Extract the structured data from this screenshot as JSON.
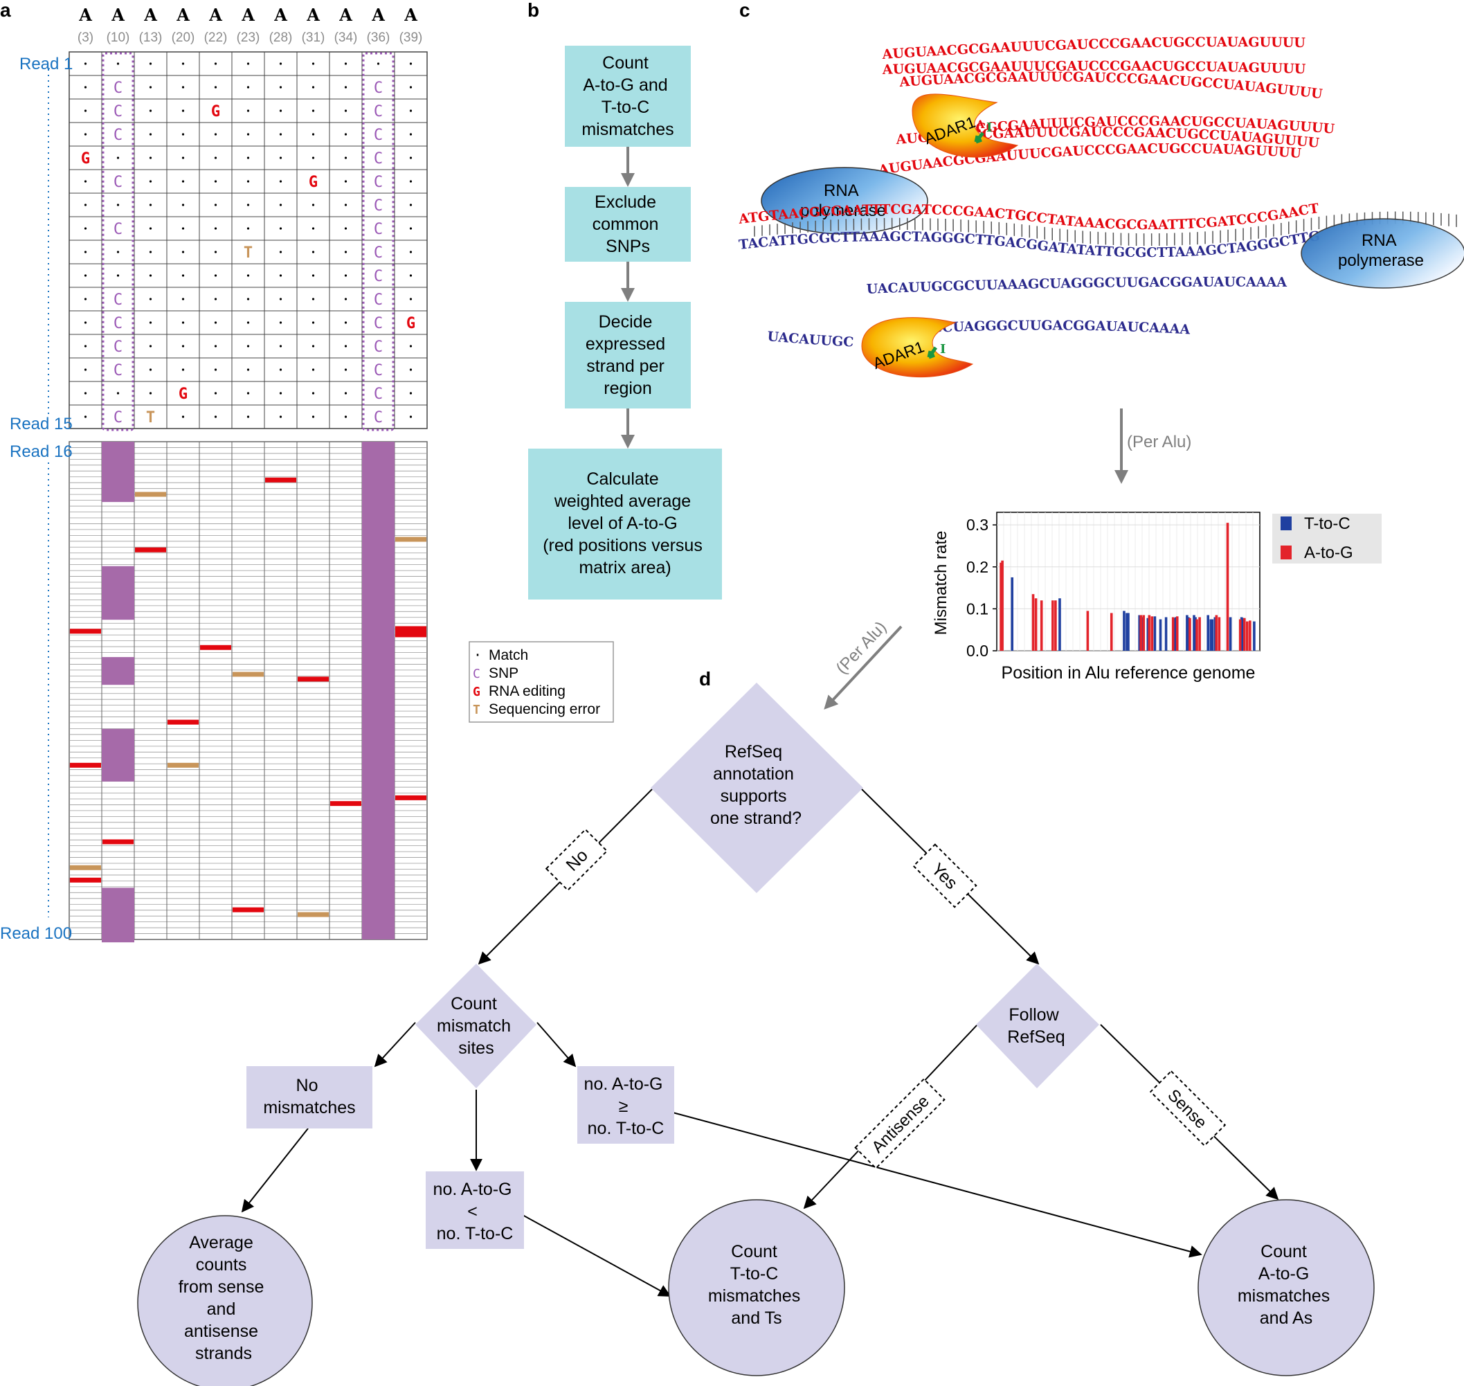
{
  "panels": {
    "a": "a",
    "b": "b",
    "c": "c",
    "d": "d"
  },
  "panel_a": {
    "header_base": "A",
    "positions": [
      "(3)",
      "(10)",
      "(13)",
      "(20)",
      "(22)",
      "(23)",
      "(28)",
      "(31)",
      "(34)",
      "(36)",
      "(39)"
    ],
    "read_first": "Read 1",
    "read_15": "Read 15",
    "read_16": "Read 16",
    "read_last": "Read 100",
    "top_rows": [
      "...........",
      ".C.......C.",
      ".C..G....C.",
      ".C.......C.",
      "G........C.",
      ".C.....G.C.",
      ".........C.",
      ".C.......C.",
      ".....T...C.",
      ".........C.",
      ".C.......C.",
      ".C.......CG",
      ".C.......C.",
      ".C.......C.",
      "...G.....C.",
      ".CT......C."
    ],
    "legend": [
      {
        "symbol": "·",
        "label": "Match",
        "color": "#000000"
      },
      {
        "symbol": "C",
        "label": "SNP",
        "color": "#9b59b6"
      },
      {
        "symbol": "G",
        "label": "RNA editing",
        "color": "#e3070f"
      },
      {
        "symbol": "T",
        "label": "Sequencing error",
        "color": "#c8955a"
      }
    ],
    "colors": {
      "snp": "#9b59b6",
      "snp_fill": "#a66aa9",
      "editing": "#e3070f",
      "error": "#c8955a",
      "read_label": "#1a73c1"
    }
  },
  "panel_b": {
    "steps": [
      [
        "Count",
        "A-to-G and",
        "T-to-C",
        "mismatches"
      ],
      [
        "Exclude",
        "common",
        "SNPs"
      ],
      [
        "Decide",
        "expressed",
        "strand per",
        "region"
      ],
      [
        "Calculate",
        "weighted average",
        "level of A-to-G",
        "(red positions versus",
        "matrix area)"
      ]
    ],
    "box_color": "#a8e0e4"
  },
  "panel_c": {
    "rna_red": "AUGUAACGCGAAUUUCGAUCCCGAACUGCCUAUAGUUUU",
    "rna_red_edited_tail": "CGCGAAUUUCGAUCCCGAACUGCCUAUAGUUUU",
    "edit_letters": [
      "A",
      "I"
    ],
    "dna_top": "ATGTAACGCGAATTTCGATCCCGAACTGCCTATAAACGCGAATTTCGATCCCGAACT",
    "dna_bottom": "TACATTGCGCTTAAAGCTAGGGCTTGACGGATATATTGCGCTTAAAGCTAGGGCTTG",
    "rna_blue": "UACAUUGCGCUUAAAGCUAGGGCUUGACGGAUAUCAAAA",
    "rna_blue_left": "UACAUUGC",
    "rna_blue_right": "GCUAGGGCUUGACGGAUAUCAAAA",
    "adar_label": "ADAR1",
    "polymerase_label": [
      "RNA",
      "polymerase"
    ],
    "per_alu_label": "(Per Alu)",
    "colors": {
      "red_strand": "#e3070f",
      "blue_strand": "#2b2a8c",
      "edit_I": "#1a9641"
    }
  },
  "chart_data": {
    "type": "bar",
    "ylabel": "Mismatch rate",
    "xlabel": "Position in Alu reference genome",
    "ylim": [
      0,
      0.33
    ],
    "yticks": [
      "0.0",
      "0.1",
      "0.2",
      "0.3"
    ],
    "grid": true,
    "legend_position": "right",
    "series": [
      {
        "name": "T-to-C",
        "color": "#2040a0",
        "x": [
          8,
          42,
          88,
          90,
          91,
          99,
          101,
          105,
          110,
          114,
          118,
          124,
          125,
          133,
          134,
          138,
          139,
          148,
          150,
          151,
          153,
          164,
          172,
          173,
          181
        ],
        "values": [
          0.175,
          0.125,
          0.095,
          0.09,
          0.09,
          0.085,
          0.08,
          0.078,
          0.082,
          0.075,
          0.08,
          0.078,
          0.08,
          0.085,
          0.08,
          0.085,
          0.08,
          0.085,
          0.075,
          0.075,
          0.08,
          0.08,
          0.08,
          0.078,
          0.07
        ]
      },
      {
        "name": "A-to-G",
        "color": "#e3242b",
        "x": [
          0,
          1,
          23,
          25,
          29,
          37,
          39,
          62,
          79,
          100,
          102,
          106,
          108,
          123,
          126,
          135,
          140,
          142,
          154,
          156,
          162,
          171,
          174,
          176,
          178
        ],
        "values": [
          0.21,
          0.215,
          0.135,
          0.125,
          0.12,
          0.12,
          0.12,
          0.095,
          0.09,
          0.085,
          0.085,
          0.085,
          0.082,
          0.08,
          0.082,
          0.078,
          0.075,
          0.08,
          0.085,
          0.08,
          0.305,
          0.075,
          0.078,
          0.07,
          0.072
        ]
      }
    ],
    "xlim": [
      -3,
      185
    ]
  },
  "panel_d": {
    "diamond_top": [
      "RefSeq",
      "annotation",
      "supports",
      "one strand?"
    ],
    "no_label": "No",
    "yes_label": "Yes",
    "diamond_left": [
      "Count",
      "mismatch",
      "sites"
    ],
    "diamond_right": [
      "Follow",
      "RefSeq"
    ],
    "box_no_mismatch": [
      "No",
      "mismatches"
    ],
    "box_ag_less": [
      "no. A-to-G",
      "<",
      "no. T-to-C"
    ],
    "box_ag_geq": [
      "no. A-to-G",
      "≥",
      "no. T-to-C"
    ],
    "antisense_label": "Antisense",
    "sense_label": "Sense",
    "circle_average": [
      "Average",
      "counts",
      "from sense",
      "and",
      "antisense",
      "strands"
    ],
    "circle_tc": [
      "Count",
      "T-to-C",
      "mismatches",
      "and Ts"
    ],
    "circle_ag": [
      "Count",
      "A-to-G",
      "mismatches",
      "and As"
    ],
    "per_alu_label": "(Per Alu)",
    "shape_color": "#d5d3ea"
  }
}
